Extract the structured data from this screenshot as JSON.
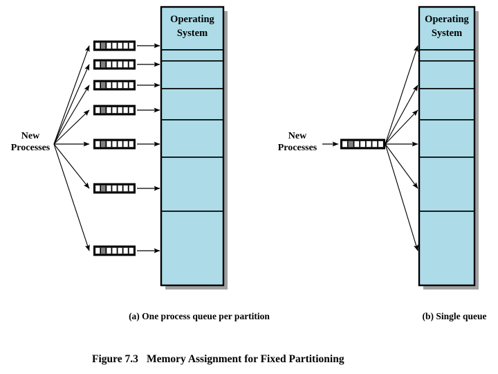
{
  "figure": {
    "number": "Figure 7.3",
    "title": "Memory Assignment for Fixed Partitioning",
    "caption_full": "Figure 7.3    Memory Assignment for Fixed Partitioning"
  },
  "colors": {
    "partition_fill": "#ADDCE8",
    "partition_stroke": "#000000",
    "shadow": "#A0A0A0",
    "queue_fill": "#FFFFFF",
    "queue_cell_shade": "#808080",
    "queue_border": "#000000",
    "arrow": "#000000",
    "background": "#FFFFFF",
    "text": "#000000"
  },
  "panels": [
    {
      "id": "a",
      "caption": "(a) One process queue per partition",
      "source_label": {
        "line1": "New",
        "line2": "Processes"
      },
      "memory_block": {
        "header_label": {
          "line1": "Operating",
          "line2": "System"
        },
        "partition_count": 7,
        "partition_labels": [
          "partition-1",
          "partition-2",
          "partition-3",
          "partition-4",
          "partition-5",
          "partition-6",
          "partition-7"
        ]
      },
      "queues": [
        {
          "name": "queue-1",
          "cells": 7
        },
        {
          "name": "queue-2",
          "cells": 7
        },
        {
          "name": "queue-3",
          "cells": 7
        },
        {
          "name": "queue-4",
          "cells": 7
        },
        {
          "name": "queue-5",
          "cells": 7
        },
        {
          "name": "queue-6",
          "cells": 7
        },
        {
          "name": "queue-7",
          "cells": 7
        }
      ],
      "queue_count": 7,
      "arrow_count_source_to_queues": 7,
      "arrow_count_queues_to_partitions": 7
    },
    {
      "id": "b",
      "caption": "(b) Single queue",
      "source_label": {
        "line1": "New",
        "line2": "Processes"
      },
      "memory_block": {
        "header_label": {
          "line1": "Operating",
          "line2": "System"
        },
        "partition_count": 7,
        "partition_labels": [
          "partition-1",
          "partition-2",
          "partition-3",
          "partition-4",
          "partition-5",
          "partition-6",
          "partition-7"
        ]
      },
      "queues": [
        {
          "name": "single-queue",
          "cells": 7
        }
      ],
      "queue_count": 1,
      "arrow_count_source_to_queue": 1,
      "arrow_count_queue_to_partitions": 7
    }
  ]
}
